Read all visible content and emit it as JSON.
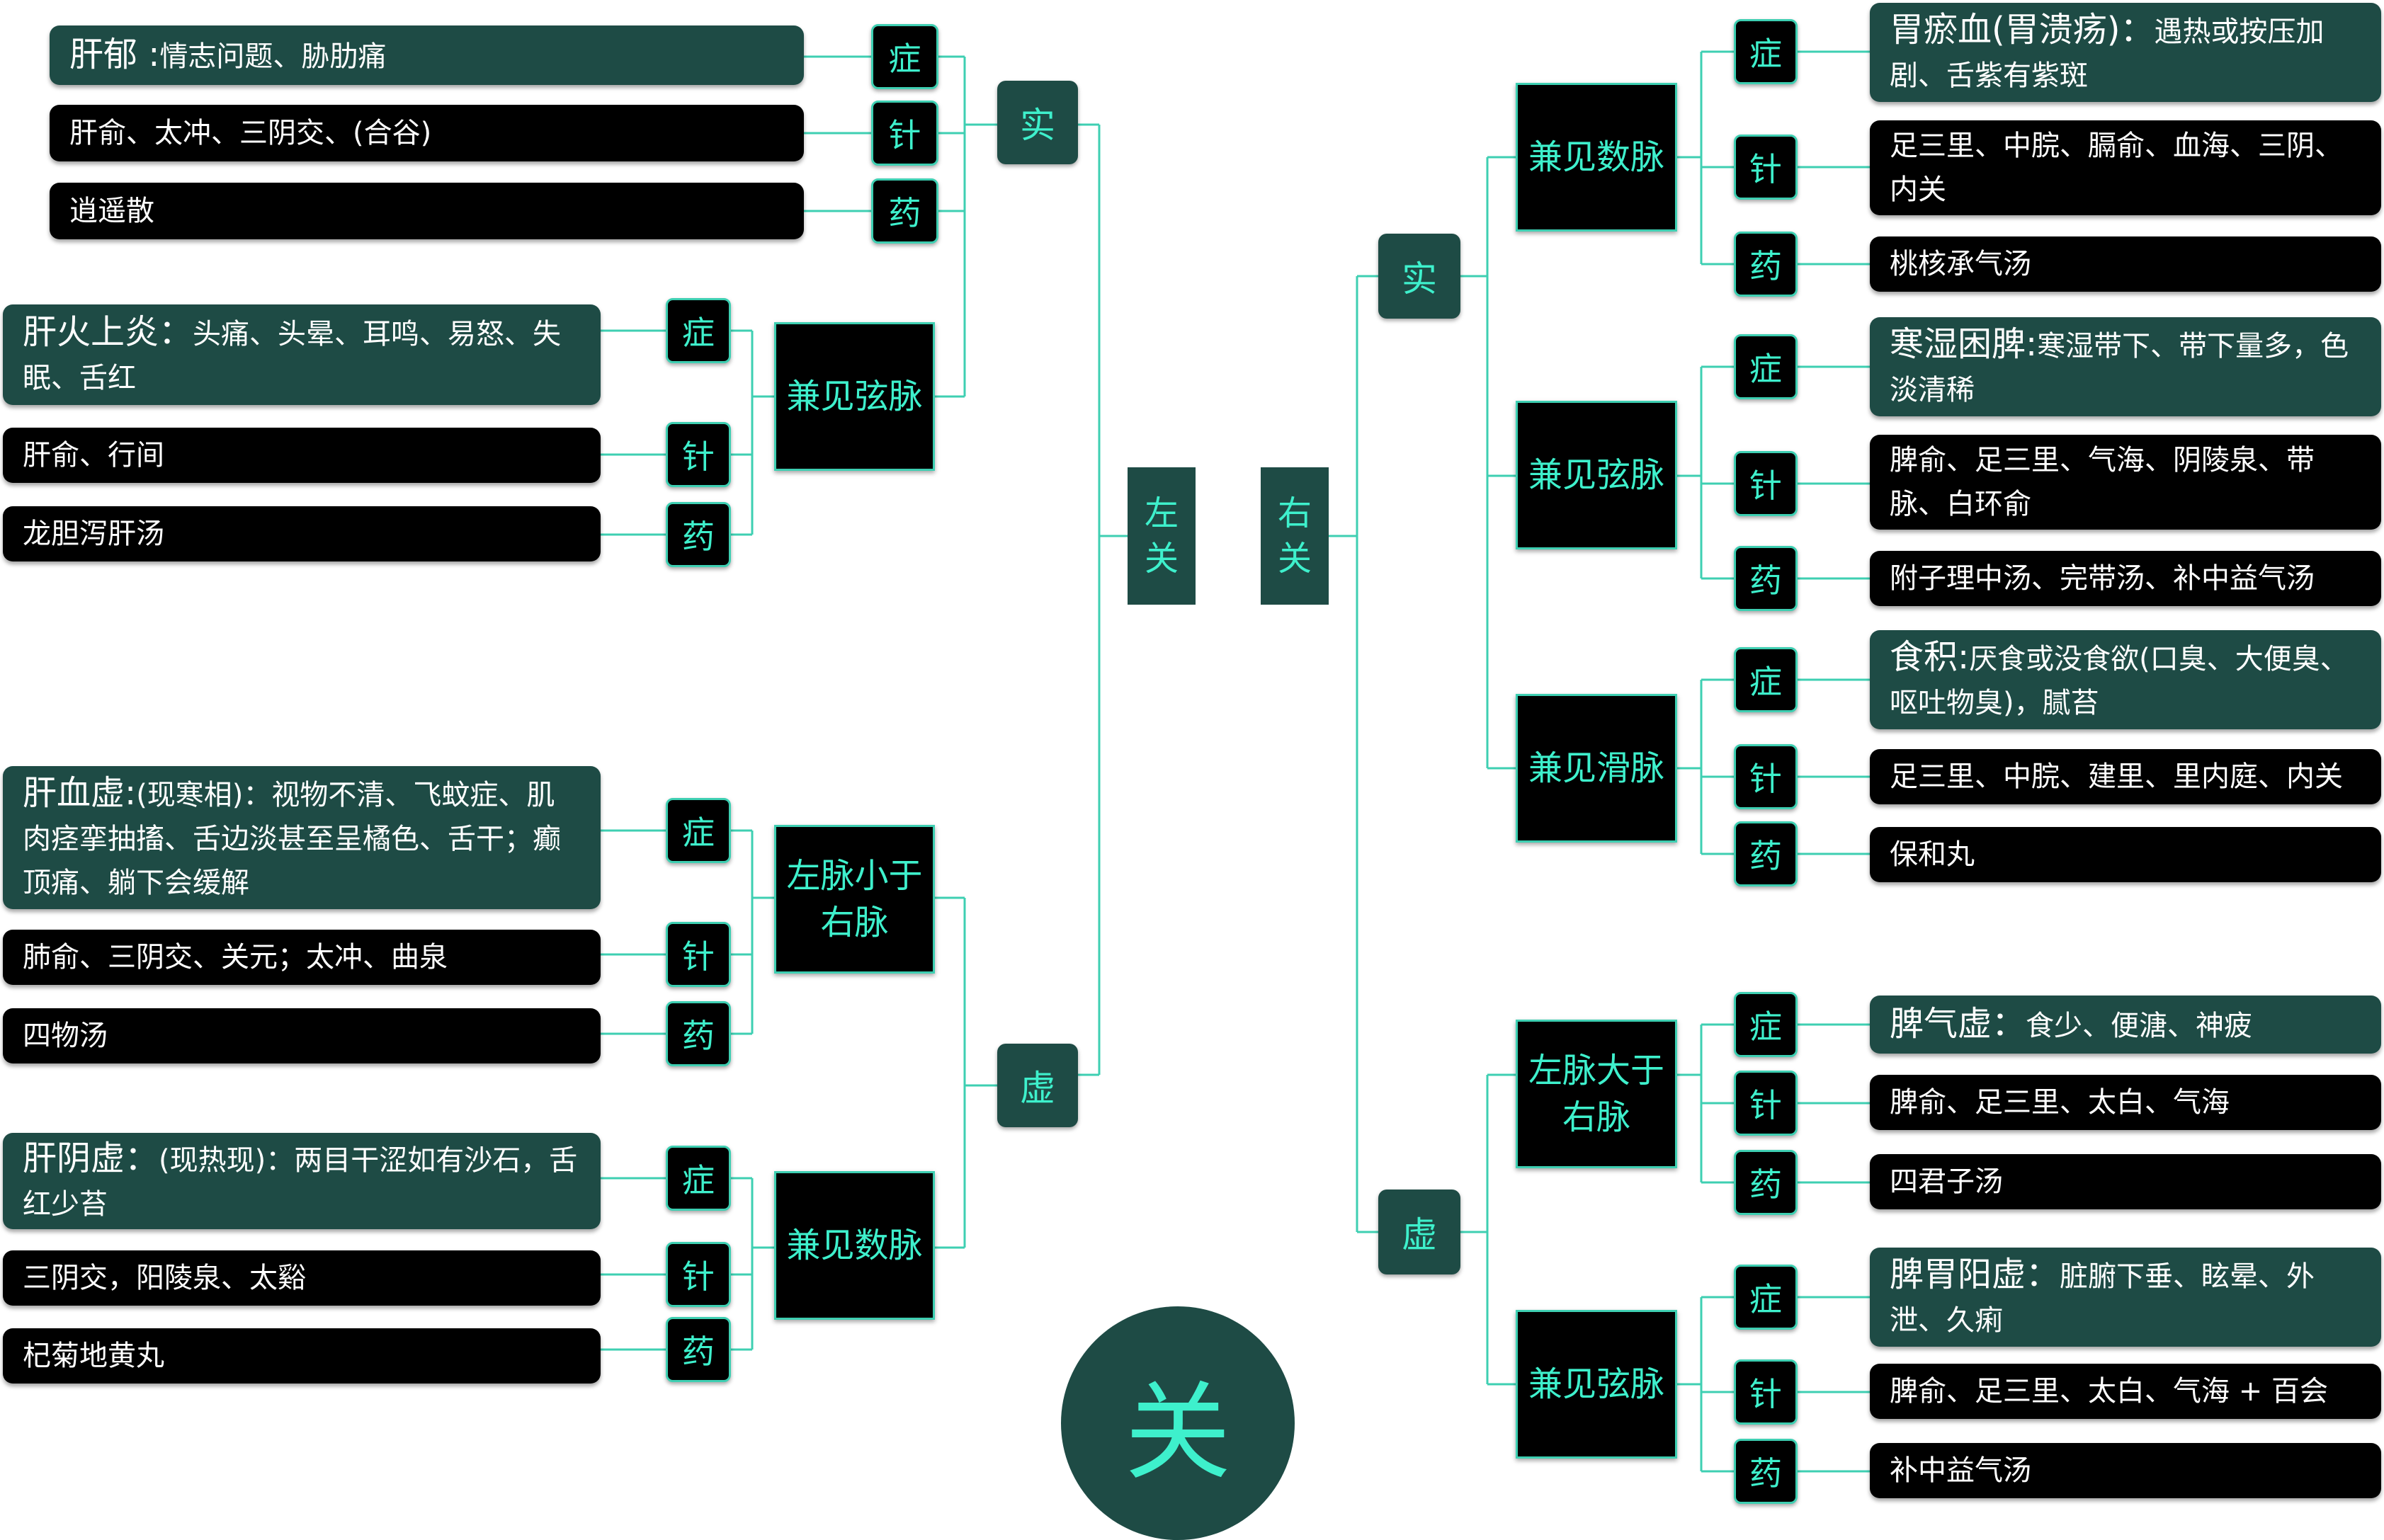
{
  "center": {
    "label": "关"
  },
  "colors": {
    "accent_green": "#1e4b45",
    "accent_teal": "#3ef0cc",
    "line": "#3ecfb2",
    "leaf_black": "#000000"
  },
  "tags": {
    "symptom": "症",
    "acupuncture": "针",
    "medicine": "药"
  },
  "left": {
    "label": "左关",
    "shi": {
      "label": "实",
      "direct": {
        "symptom": {
          "title": "肝郁 :",
          "desc": "情志问题、胁肋痛"
        },
        "acupuncture": "肝俞、太冲、三阴交、(合谷)",
        "medicine": "逍遥散"
      },
      "xian": {
        "label": "兼见弦脉",
        "symptom": {
          "title": "肝火上炎：",
          "desc": "头痛、头晕、耳鸣、易怒、失眠、舌红"
        },
        "acupuncture": "肝俞、行间",
        "medicine": "龙胆泻肝汤"
      }
    },
    "xu": {
      "label": "虚",
      "xiao": {
        "label": "左脉小于右脉",
        "symptom": {
          "title": "肝血虚:",
          "desc": "(现寒相)：视物不清、飞蚊症、肌肉痉挛抽搐、舌边淡甚至呈橘色、舌干；癫顶痛、躺下会缓解"
        },
        "acupuncture": "肺俞、三阴交、关元；太冲、曲泉",
        "medicine": "四物汤"
      },
      "shu": {
        "label": "兼见数脉",
        "symptom": {
          "title": "肝阴虚：",
          "desc": "(现热现)：两目干涩如有沙石，舌红少苔"
        },
        "acupuncture": "三阴交，阳陵泉、太谿",
        "medicine": "杞菊地黄丸"
      }
    }
  },
  "right": {
    "label": "右关",
    "shi": {
      "label": "实",
      "shu": {
        "label": "兼见数脉",
        "symptom": {
          "title": "胃瘀血(胃溃疡)：",
          "desc": "遇热或按压加剧、舌紫有紫斑"
        },
        "acupuncture": "足三里、中脘、膈俞、血海、三阴、内关",
        "medicine": "桃核承气汤"
      },
      "xian": {
        "label": "兼见弦脉",
        "symptom": {
          "title": "寒湿困脾:",
          "desc": "寒湿带下、带下量多，色淡清稀"
        },
        "acupuncture": "脾俞、足三里、气海、阴陵泉、带脉、白环俞",
        "medicine": "附子理中汤、完带汤、补中益气汤"
      },
      "hua": {
        "label": "兼见滑脉",
        "symptom": {
          "title": "食积:",
          "desc": "厌食或没食欲(口臭、大便臭、呕吐物臭)，腻苔"
        },
        "acupuncture": "足三里、中脘、建里、里内庭、内关",
        "medicine": "保和丸"
      }
    },
    "xu": {
      "label": "虚",
      "da": {
        "label": "左脉大于右脉",
        "symptom": {
          "title": "脾气虚：",
          "desc": "食少、便溏、神疲"
        },
        "acupuncture": "脾俞、足三里、太白、气海",
        "medicine": "四君子汤"
      },
      "xian": {
        "label": "兼见弦脉",
        "symptom": {
          "title": "脾胃阳虚：",
          "desc": "脏腑下垂、眩晕、外泄、久痢"
        },
        "acupuncture": "脾俞、足三里、太白、气海 + 百会",
        "medicine": "补中益气汤"
      }
    }
  }
}
